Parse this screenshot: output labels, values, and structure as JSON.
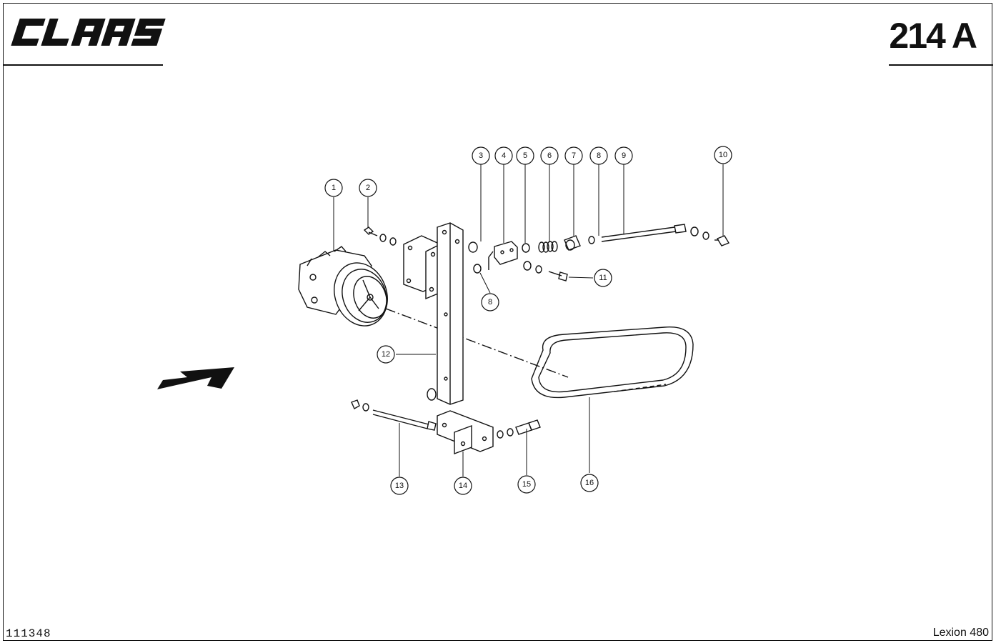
{
  "header": {
    "logo_text": "CLAAS",
    "page_number": "214 A"
  },
  "footer": {
    "figure_number": "111348",
    "model": "Lexion 480"
  },
  "callouts": [
    "1",
    "2",
    "3",
    "4",
    "5",
    "6",
    "7",
    "8",
    "9",
    "10",
    "11",
    "12",
    "13",
    "14",
    "15",
    "16"
  ],
  "callout_8b": "8",
  "icons": {
    "direction_arrow": "direction-arrow-icon"
  }
}
